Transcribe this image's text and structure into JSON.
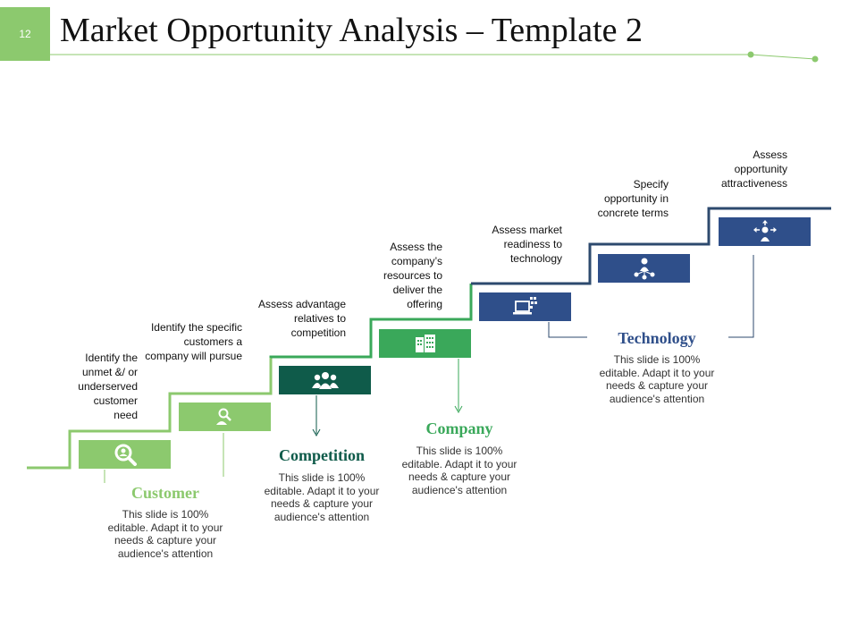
{
  "slide": {
    "page_number": "12",
    "title": "Market Opportunity Analysis – Template 2"
  },
  "colors": {
    "light_green": "#8cc96e",
    "mid_green": "#3aa85a",
    "dark_teal": "#0f5b4a",
    "navy": "#2f4f8a",
    "step_line_dark": "#2d4a6e"
  },
  "steps": [
    {
      "text": "Identify the unmet &/ or underserved customer need",
      "icon": "search-user-icon",
      "color": "#8cc96e"
    },
    {
      "text": "Identify the specific customers a company will pursue",
      "icon": "customer-search-icon",
      "color": "#8cc96e"
    },
    {
      "text": "Assess advantage relatives to competition",
      "icon": "group-icon",
      "color": "#0f5b4a"
    },
    {
      "text": "Assess the company’s resources to deliver the offering",
      "icon": "building-icon",
      "color": "#3aa85a"
    },
    {
      "text": "Assess market readiness to technology",
      "icon": "laptop-network-icon",
      "color": "#2f4f8a"
    },
    {
      "text": "Specify opportunity in concrete terms",
      "icon": "person-network-icon",
      "color": "#2f4f8a"
    },
    {
      "text": "Assess opportunity attractiveness",
      "icon": "person-arrows-icon",
      "color": "#2f4f8a"
    }
  ],
  "categories": [
    {
      "title": "Customer",
      "desc": "This slide is 100% editable. Adapt it to your needs & capture your audience's attention",
      "color": "#8cc96e"
    },
    {
      "title": "Competition",
      "desc": "This slide is 100% editable. Adapt it to your needs & capture your audience's attention",
      "color": "#0f5b4a"
    },
    {
      "title": "Company",
      "desc": "This slide is 100% editable. Adapt it to your needs & capture your audience's attention",
      "color": "#3aa85a"
    },
    {
      "title": "Technology",
      "desc": "This slide is 100% editable. Adapt it to your needs & capture your audience's attention",
      "color": "#2f4f8a"
    }
  ]
}
